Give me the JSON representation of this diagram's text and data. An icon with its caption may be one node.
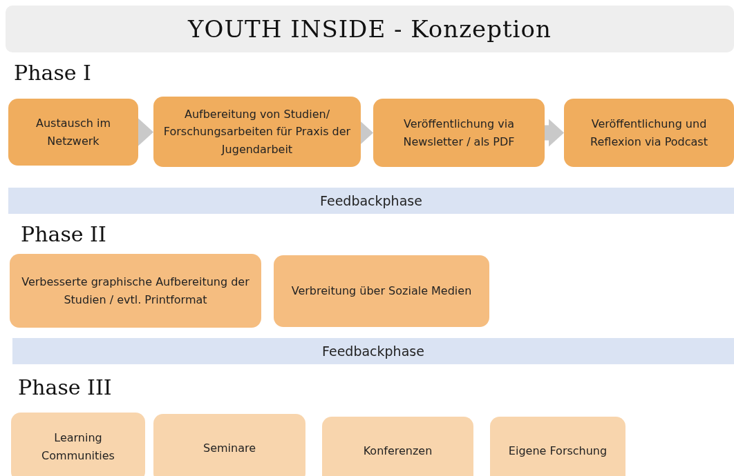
{
  "diagram": {
    "title": "YOUTH INSIDE - Konzeption",
    "nodes": [
      {
        "text": [
          "Austausch im Netzwerk"
        ]
      },
      {
        "text": [
          "Aufbereitung von Studien/ Forschungsarbeiten für Praxis der Jugendarbeit"
        ]
      },
      {
        "text": [
          "Veröffentlichung via Newsletter / als PDF"
        ]
      },
      {
        "text": [
          "Veröffentlichung und Reflexion via Podcast"
        ]
      },
      {
        "text": [
          "Feedbackphase"
        ]
      },
      {
        "text": [
          "Verbesserte graphische Aufbereitung der Studien / evtl. Printformat"
        ]
      },
      {
        "text": [
          "Verbreitung über Soziale Medien"
        ]
      },
      {
        "text": [
          "Feedbackphase"
        ]
      },
      {
        "text": [
          "Learning Communities"
        ]
      },
      {
        "text": [
          "Seminare"
        ]
      },
      {
        "text": [
          "Konferenzen"
        ]
      },
      {
        "text": [
          "Eigene Forschung"
        ]
      }
    ],
    "edges": [
      {
        "from": 0,
        "to": 1,
        "arrow": "to",
        "style": "thick",
        "color": "#c9c9c9"
      },
      {
        "from": 1,
        "to": 2,
        "arrow": "to",
        "style": "thick",
        "color": "#c9c9c9"
      },
      {
        "from": 2,
        "to": 3,
        "arrow": "to",
        "style": "thick",
        "color": "#c9c9c9"
      }
    ],
    "labels": [
      "Phase I",
      "Phase II",
      "Phase III"
    ]
  }
}
